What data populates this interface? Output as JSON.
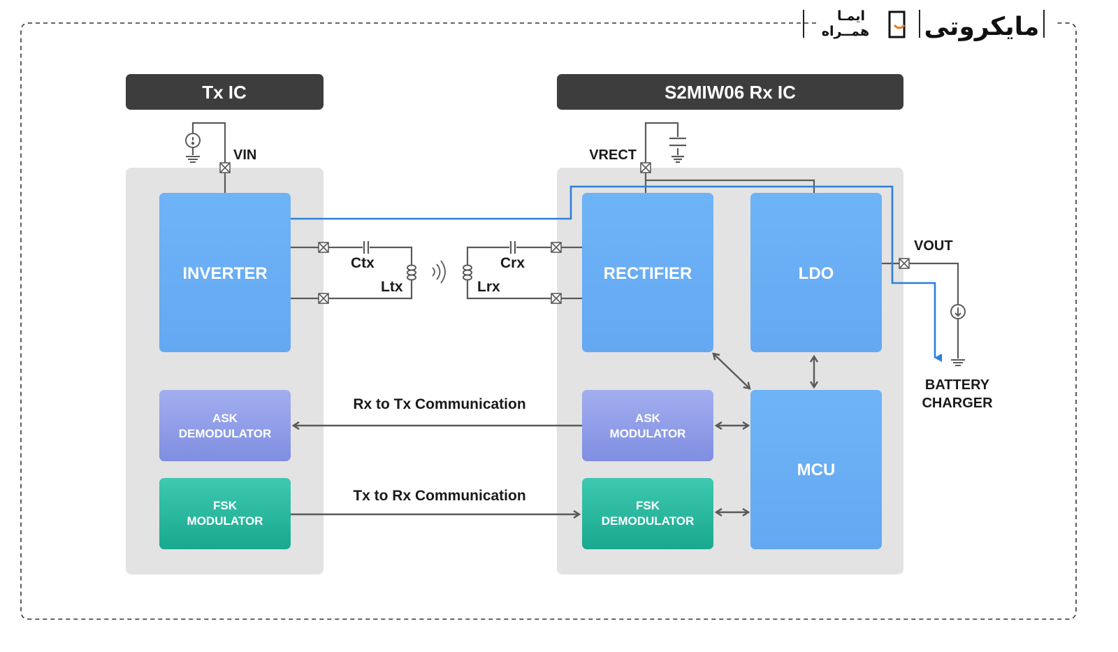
{
  "logos": {
    "brand_main": "مایکروتی",
    "brand_partner_line1": "ایمـا",
    "brand_partner_line2": "همــراه"
  },
  "tx_ic": {
    "title": "Tx IC",
    "inverter": "INVERTER",
    "ask_demod": [
      "ASK",
      "DEMODULATOR"
    ],
    "fsk_mod": [
      "FSK",
      "MODULATOR"
    ]
  },
  "rx_ic": {
    "title": "S2MIW06 Rx IC",
    "rectifier": "RECTIFIER",
    "ldo": "LDO",
    "ask_mod": [
      "ASK",
      "MODULATOR"
    ],
    "fsk_demod": [
      "FSK",
      "DEMODULATOR"
    ],
    "mcu": "MCU"
  },
  "labels": {
    "vin": "VIN",
    "vrect": "VRECT",
    "vout": "VOUT",
    "ctx": "Ctx",
    "ltx": "Ltx",
    "crx": "Crx",
    "lrx": "Lrx",
    "battery_charger": [
      "BATTERY",
      "CHARGER"
    ],
    "rx_to_tx": "Rx to Tx Communication",
    "tx_to_rx": "Tx to Rx Communication"
  },
  "colors": {
    "header_dark": "#3d3d3d",
    "panel_gray": "#e3e3e3",
    "block_blue": "#6aaef5",
    "block_purple": "#8f9ee4",
    "block_teal": "#23b79e",
    "power_line_blue": "#2e7fd8",
    "wire_gray": "#5a5a5a"
  }
}
